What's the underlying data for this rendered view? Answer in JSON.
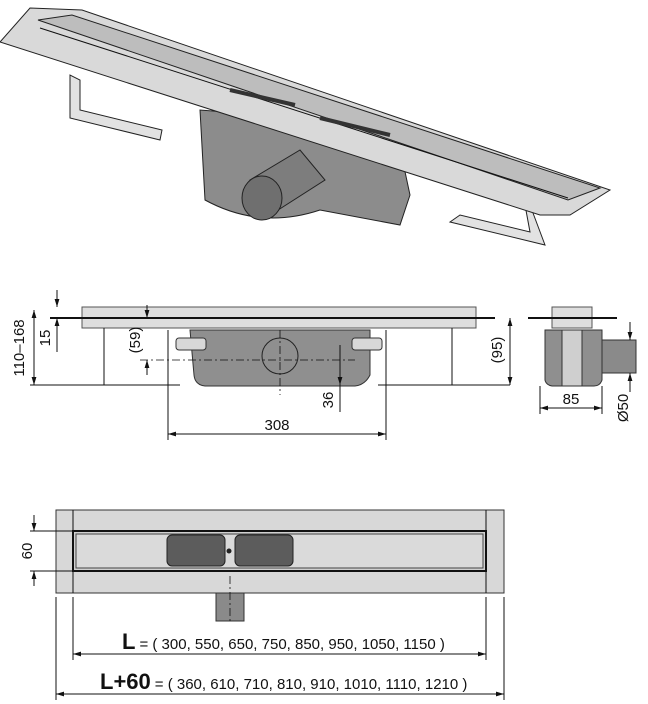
{
  "title": "Linear shower drain with flange – technical drawing",
  "side_view": {
    "dim_height_range": "110–168",
    "dim_flange": "15",
    "dim_outlet_center": "(59)",
    "dim_body_height": "(95)",
    "dim_body_offset": "36",
    "dim_body_length": "308"
  },
  "end_view": {
    "dim_width": "85",
    "dim_outlet_diameter": "Ø50"
  },
  "top_view": {
    "dim_channel_width": "60",
    "length_symbol": "L",
    "length_values": "= ( 300, 550, 650, 750, 850, 950, 1050, 1150 )",
    "total_length_symbol": "L+60",
    "total_length_values": "= ( 360, 610, 710, 810, 910, 1010, 1110, 1210 )"
  },
  "colors": {
    "metal": "#d6d6d6",
    "body": "#8a8a8a",
    "line": "#111111"
  }
}
